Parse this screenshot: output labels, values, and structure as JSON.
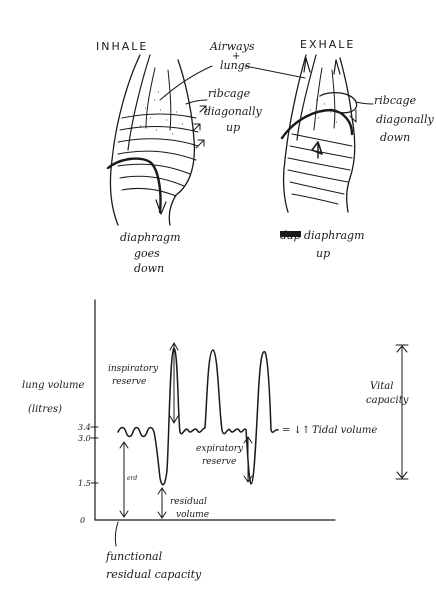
{
  "top": {
    "inhale_title": "INHALE",
    "exhale_title": "EXHALE",
    "airways_line1": "Airways",
    "airways_line2": "+",
    "airways_line3": "lungs",
    "ribcage_up_1": "ribcage",
    "ribcage_up_2": "diagonally",
    "ribcage_up_3": "up",
    "ribcage_down_1": "ribcage",
    "ribcage_down_2": "diagonally",
    "ribcage_down_3": "down",
    "diaphragm_down_1": "diaphragm",
    "diaphragm_down_2": "goes",
    "diaphragm_down_3": "down",
    "diaphragm_up_struck": "dap",
    "diaphragm_up_1": "diaphragm",
    "diaphragm_up_2": "up"
  },
  "graph": {
    "ylabel_1": "lung volume",
    "ylabel_2": "(litres)",
    "ticks": [
      "3.4",
      "3.0",
      "1.5",
      "0"
    ],
    "inspiratory_1": "inspiratory",
    "inspiratory_2": "reserve",
    "expiratory_1": "expiratory",
    "expiratory_2": "reserve",
    "tidal_symbol": "= ↓↑",
    "tidal": "Tidal volume",
    "vital_1": "Vital",
    "vital_2": "capacity",
    "residual_1": "residual",
    "residual_2": "volume",
    "frc_1": "functional",
    "frc_2": "residual capacity",
    "frc_small": "erd"
  }
}
